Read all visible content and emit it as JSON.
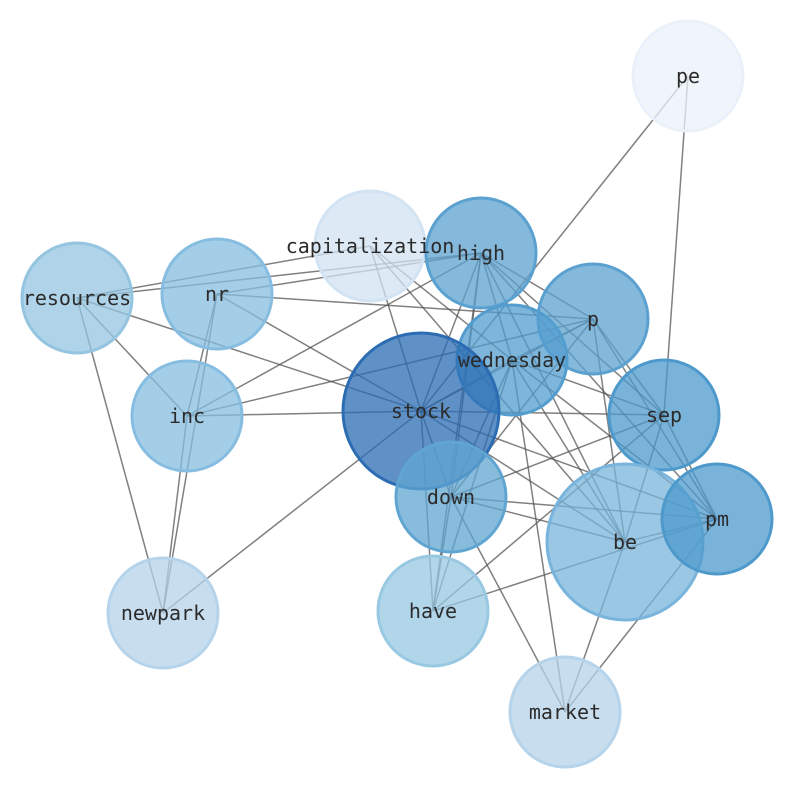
{
  "chart_data": {
    "type": "network",
    "title": "",
    "nodes": [
      {
        "id": "pe",
        "color": "#eaf1fa",
        "size": "normal"
      },
      {
        "id": "capitalization",
        "color": "#d2e3f3",
        "size": "normal"
      },
      {
        "id": "high",
        "color": "#5ba1d0",
        "size": "normal"
      },
      {
        "id": "resources",
        "color": "#94c4e0",
        "size": "normal"
      },
      {
        "id": "nr",
        "color": "#86bde0",
        "size": "normal"
      },
      {
        "id": "p",
        "color": "#5ba1d0",
        "size": "normal"
      },
      {
        "id": "wednesday",
        "color": "#539dcf",
        "size": "normal"
      },
      {
        "id": "stock",
        "color": "#2b6cb3",
        "size": "large"
      },
      {
        "id": "inc",
        "color": "#86bde0",
        "size": "normal"
      },
      {
        "id": "sep",
        "color": "#4e99cc",
        "size": "normal"
      },
      {
        "id": "down",
        "color": "#60a5d2",
        "size": "normal"
      },
      {
        "id": "be",
        "color": "#78b4db",
        "size": "large"
      },
      {
        "id": "pm",
        "color": "#4e99cc",
        "size": "normal"
      },
      {
        "id": "newpark",
        "color": "#b5d3ea",
        "size": "normal"
      },
      {
        "id": "have",
        "color": "#98c8e2",
        "size": "normal"
      },
      {
        "id": "market",
        "color": "#b5d3ea",
        "size": "normal"
      }
    ],
    "edges": [
      [
        "pe",
        "sep"
      ],
      [
        "pe",
        "stock"
      ],
      [
        "resources",
        "high"
      ],
      [
        "resources",
        "capitalization"
      ],
      [
        "resources",
        "stock"
      ],
      [
        "resources",
        "inc"
      ],
      [
        "resources",
        "newpark"
      ],
      [
        "nr",
        "high"
      ],
      [
        "nr",
        "p"
      ],
      [
        "nr",
        "inc"
      ],
      [
        "nr",
        "newpark"
      ],
      [
        "nr",
        "stock"
      ],
      [
        "inc",
        "stock"
      ],
      [
        "inc",
        "newpark"
      ],
      [
        "inc",
        "high"
      ],
      [
        "inc",
        "p"
      ],
      [
        "capitalization",
        "stock"
      ],
      [
        "capitalization",
        "wednesday"
      ],
      [
        "capitalization",
        "be"
      ],
      [
        "stock",
        "newpark"
      ],
      [
        "stock",
        "high"
      ],
      [
        "stock",
        "wednesday"
      ],
      [
        "stock",
        "p"
      ],
      [
        "stock",
        "sep"
      ],
      [
        "stock",
        "be"
      ],
      [
        "stock",
        "pm"
      ],
      [
        "stock",
        "down"
      ],
      [
        "stock",
        "have"
      ],
      [
        "high",
        "wednesday"
      ],
      [
        "high",
        "p"
      ],
      [
        "high",
        "sep"
      ],
      [
        "high",
        "be"
      ],
      [
        "high",
        "pm"
      ],
      [
        "high",
        "down"
      ],
      [
        "high",
        "have"
      ],
      [
        "p",
        "wednesday"
      ],
      [
        "p",
        "sep"
      ],
      [
        "p",
        "be"
      ],
      [
        "p",
        "pm"
      ],
      [
        "p",
        "down"
      ],
      [
        "wednesday",
        "sep"
      ],
      [
        "wednesday",
        "be"
      ],
      [
        "wednesday",
        "pm"
      ],
      [
        "wednesday",
        "down"
      ],
      [
        "wednesday",
        "market"
      ],
      [
        "wednesday",
        "have"
      ],
      [
        "sep",
        "down"
      ],
      [
        "sep",
        "be"
      ],
      [
        "sep",
        "pm"
      ],
      [
        "sep",
        "have"
      ],
      [
        "down",
        "be"
      ],
      [
        "down",
        "pm"
      ],
      [
        "down",
        "market"
      ],
      [
        "down",
        "have"
      ],
      [
        "be",
        "pm"
      ],
      [
        "be",
        "market"
      ],
      [
        "have",
        "pm"
      ],
      [
        "pm",
        "market"
      ]
    ]
  }
}
